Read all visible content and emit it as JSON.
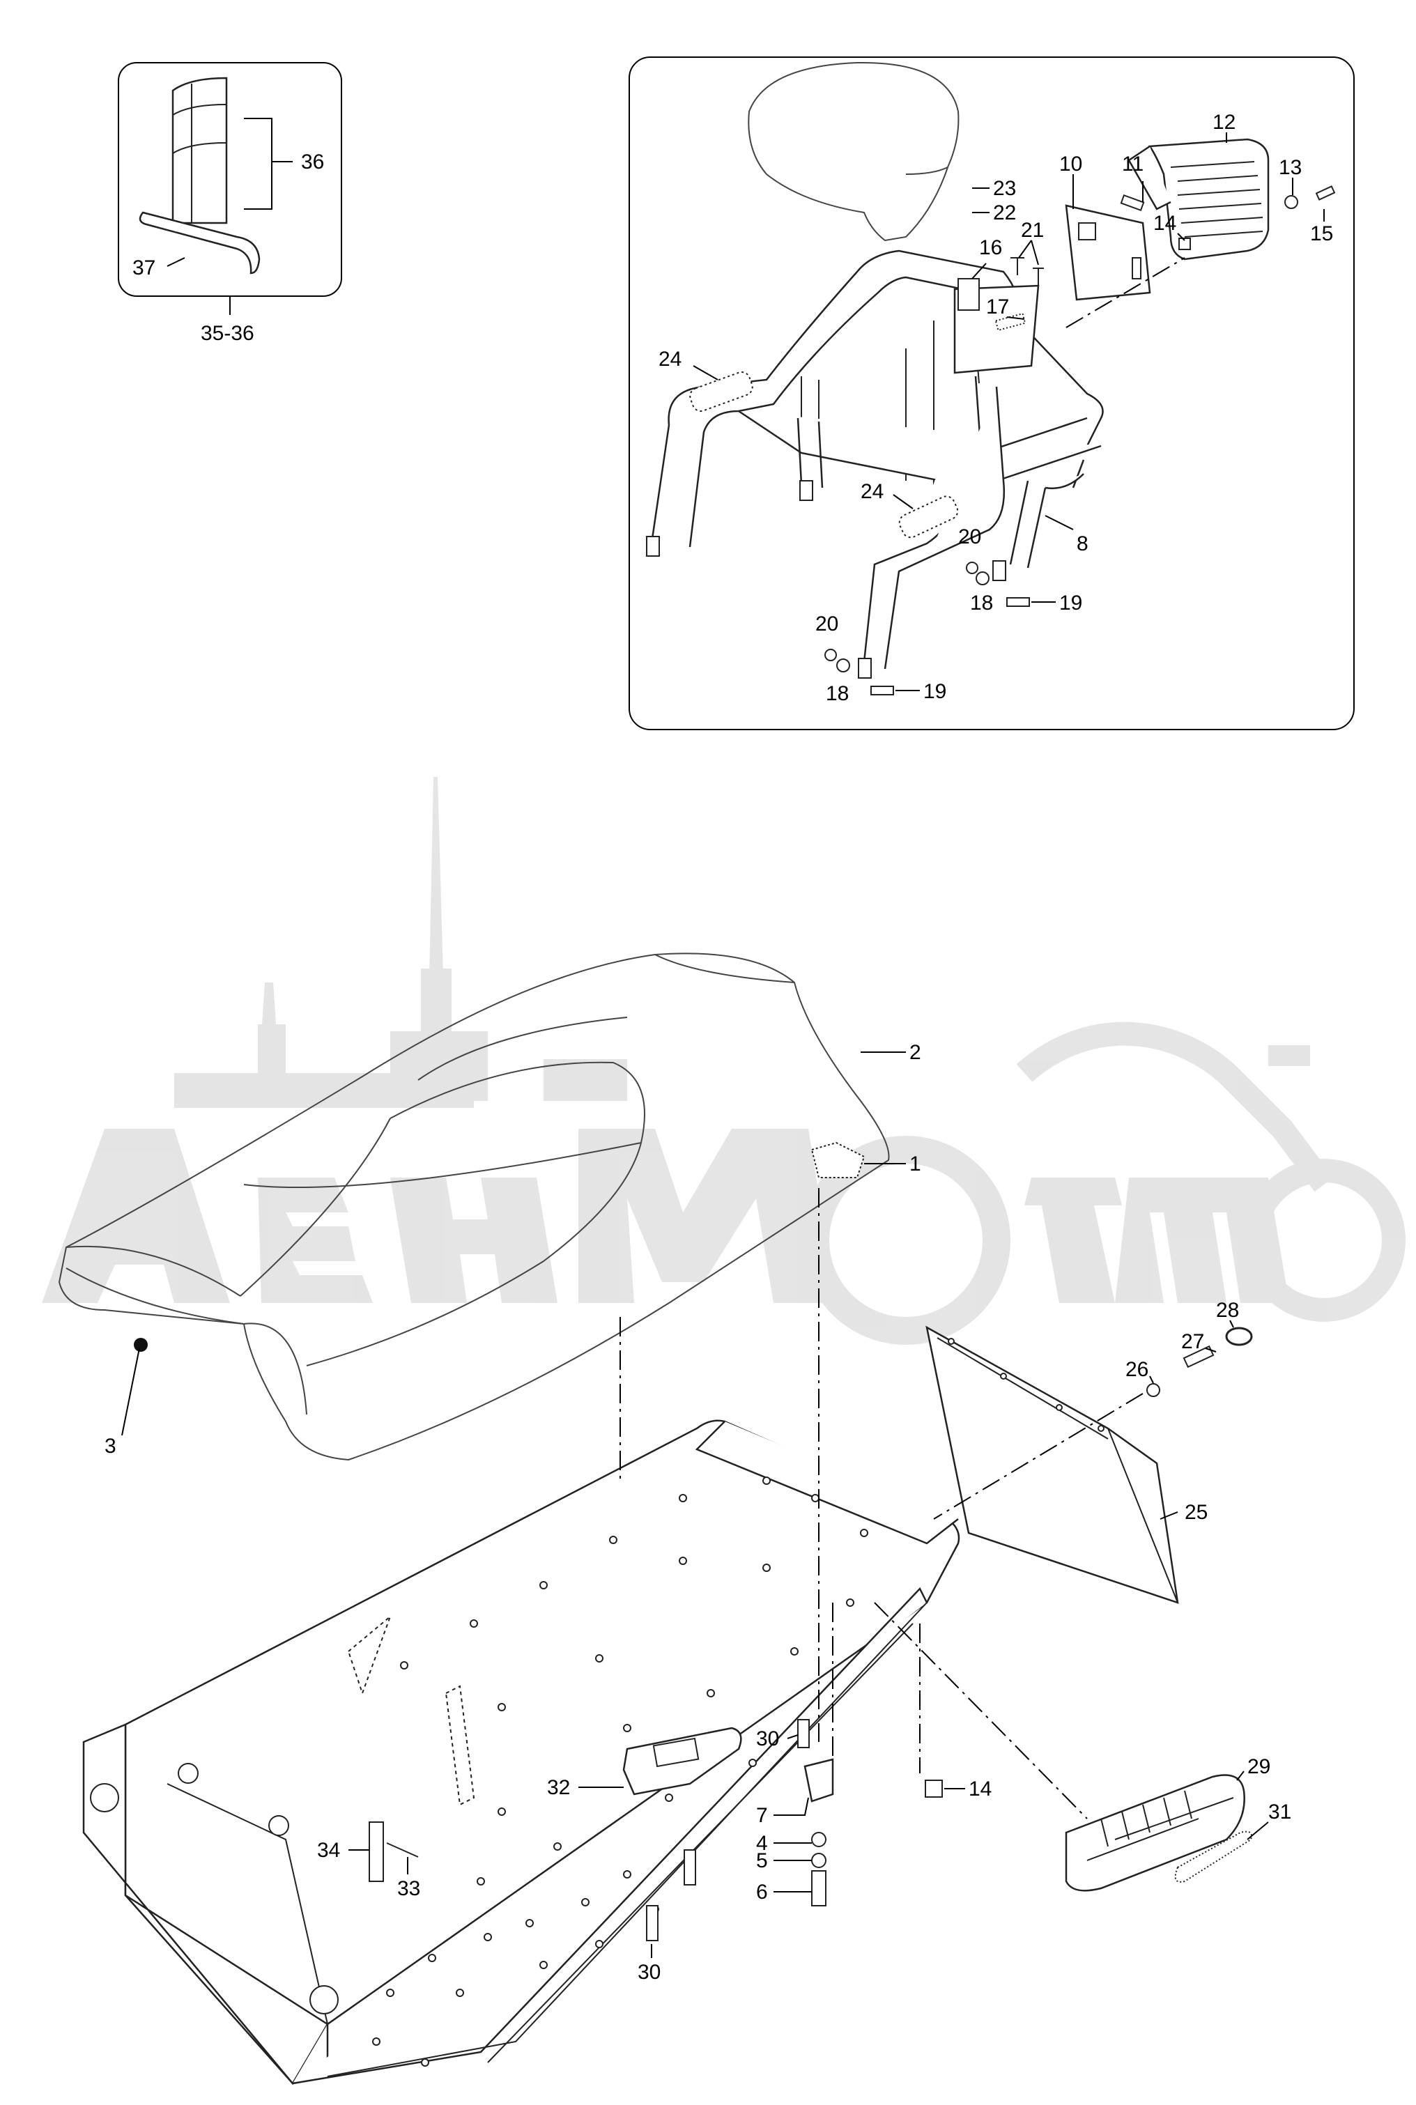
{
  "labels": {
    "inset_kit": {
      "k36": "36",
      "k37": "37",
      "k35_36": "35-36"
    },
    "inset_rack": {
      "k23": "23",
      "k22": "22",
      "k10": "10",
      "k11": "11",
      "k12": "12",
      "k13": "13",
      "k14": "14",
      "k15": "15",
      "k21": "21",
      "k16": "16",
      "k17": "17",
      "k24a": "24",
      "k24b": "24",
      "k8": "8",
      "k20a": "20",
      "k18a": "18",
      "k19a": "19",
      "k20b": "20",
      "k18b": "18",
      "k19b": "19"
    },
    "main": {
      "k2": "2",
      "k1": "1",
      "k3": "3",
      "k28": "28",
      "k27": "27",
      "k26": "26",
      "k25": "25",
      "k29": "29",
      "k31": "31",
      "k14": "14",
      "k30a": "30",
      "k32": "32",
      "k7": "7",
      "k4": "4",
      "k5": "5",
      "k6": "6",
      "k34": "34",
      "k33": "33",
      "k30b": "30"
    }
  },
  "watermark_icon": "motorcycle-and-city-silhouette"
}
